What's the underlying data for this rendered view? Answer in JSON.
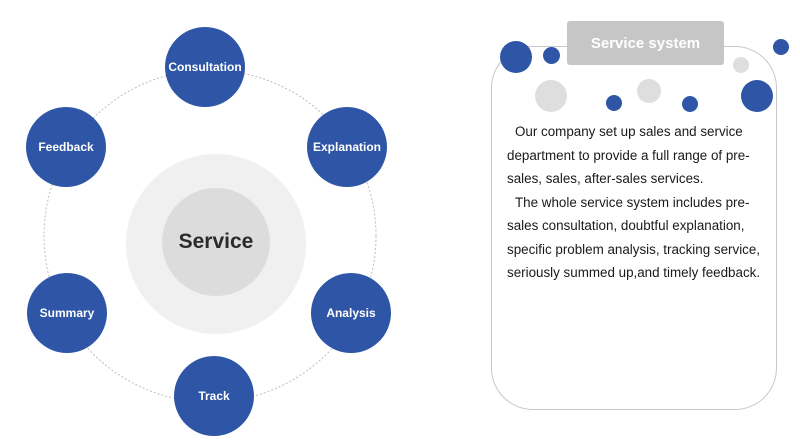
{
  "colors": {
    "node": "#2f56a6",
    "center_ring": "#f0f0f0",
    "center_core": "#dcdcdc",
    "title_tab": "#c6c6c6",
    "ring_line": "#bdbdbd"
  },
  "diagram": {
    "center_label": "Service",
    "nodes": [
      "Consultation",
      "Explanation",
      "Analysis",
      "Track",
      "Summary",
      "Feedback"
    ]
  },
  "panel": {
    "title": "Service system",
    "paragraphs": [
      "Our company set up sales and service department to provide a full range of pre-sales, sales, after-sales services.",
      "The whole service system includes pre-sales consultation, doubtful explanation, specific problem analysis, tracking service, seriously summed up,and timely feedback."
    ]
  }
}
